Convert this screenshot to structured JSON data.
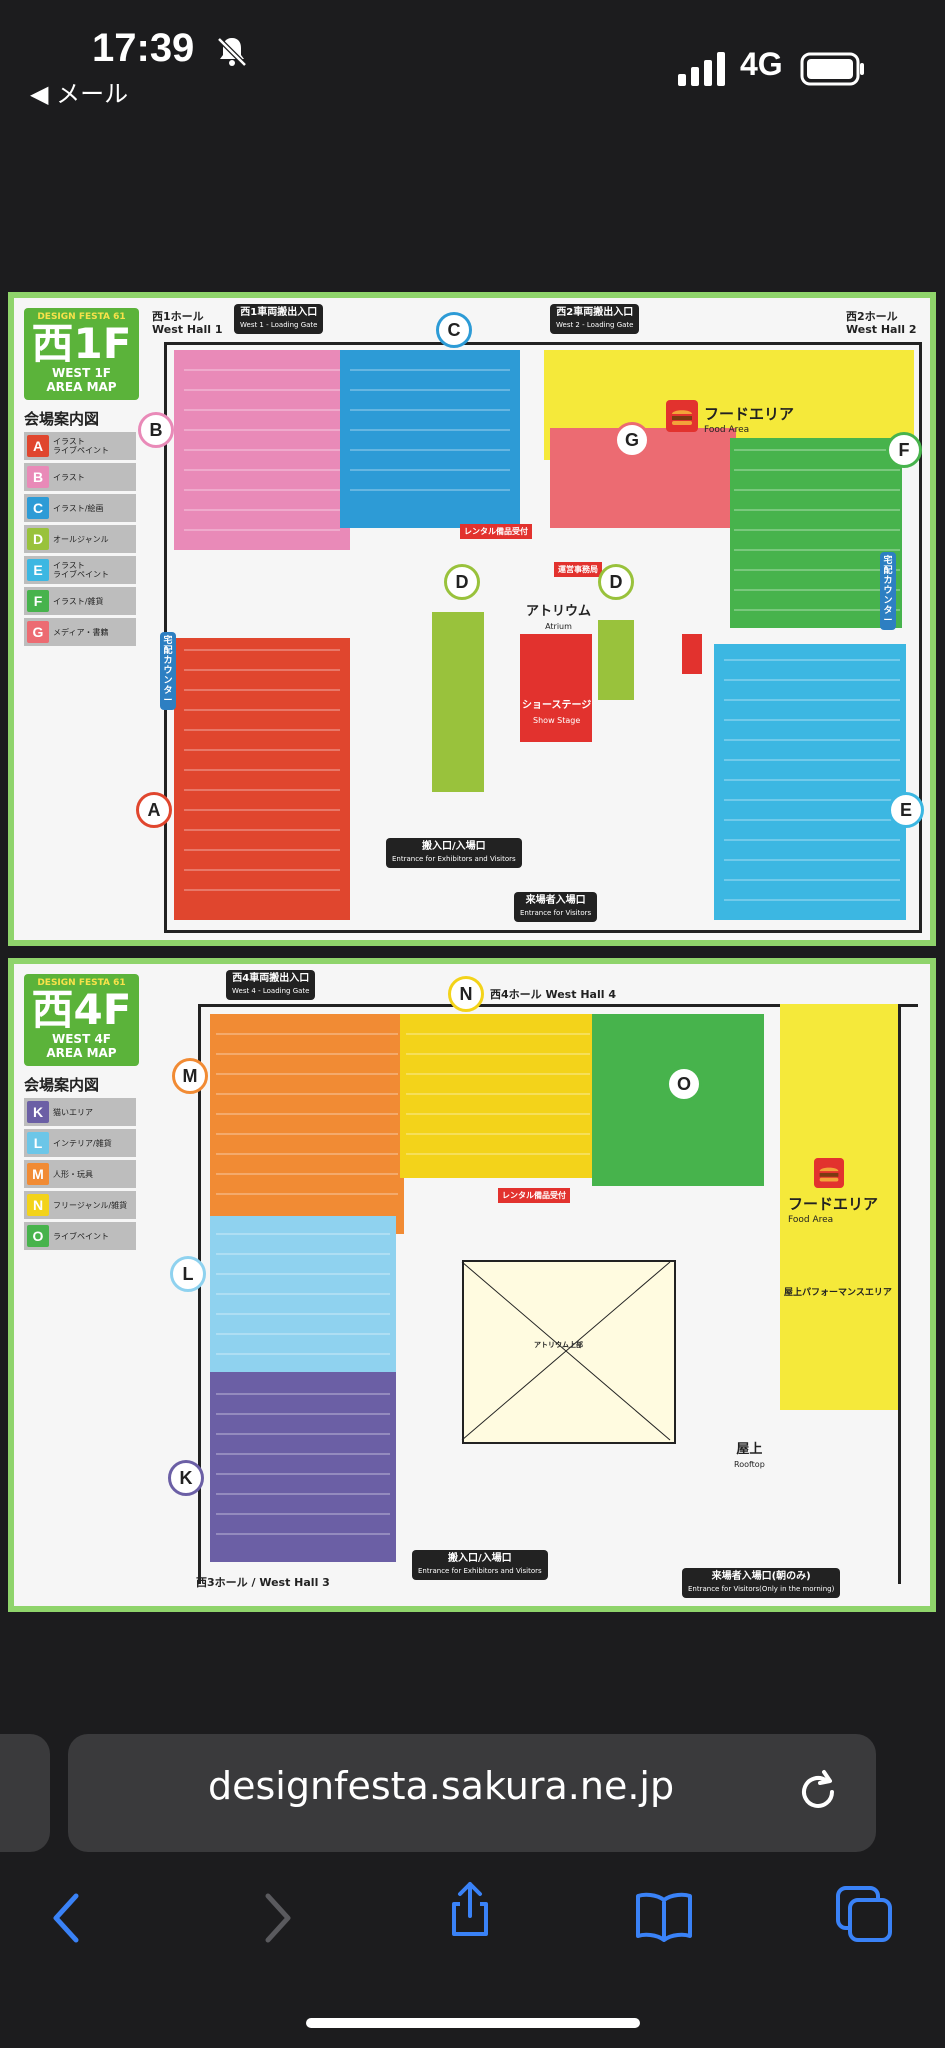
{
  "status_bar": {
    "time": "17:39",
    "back_label": "◀ メール",
    "network": "4G"
  },
  "map1": {
    "brand": "DESIGN FESTA 61",
    "floor": "西1F",
    "floor_en_1": "WEST 1F",
    "floor_en_2": "AREA MAP",
    "guide_title": "会場案内図",
    "legend": [
      {
        "key": "A",
        "text": "イラスト\nライブペイント",
        "color": "#e0462e"
      },
      {
        "key": "B",
        "text": "イラスト",
        "color": "#e98ab8"
      },
      {
        "key": "C",
        "text": "イラスト/絵画",
        "color": "#2d9bd6"
      },
      {
        "key": "D",
        "text": "オールジャンル",
        "color": "#99c23c"
      },
      {
        "key": "E",
        "text": "イラスト\nライブペイント",
        "color": "#3cb7e2"
      },
      {
        "key": "F",
        "text": "イラスト/雑貨",
        "color": "#47b34c"
      },
      {
        "key": "G",
        "text": "メディア・書籍",
        "color": "#ec6b72"
      }
    ],
    "hall_west1": "西1ホール\nWest Hall 1",
    "hall_west2": "西2ホール\nWest Hall 2",
    "gate1": "西1車両搬出入口",
    "gate1_en": "West 1 - Loading Gate",
    "gate2": "西2車両搬出入口",
    "gate2_en": "West 2 - Loading Gate",
    "food_area": "フードエリア",
    "food_area_en": "Food Area",
    "atrium": "アトリウム",
    "atrium_en": "Atrium",
    "show_stage": "ショーステージ",
    "show_stage_en": "Show Stage",
    "rental": "レンタル備品受付",
    "office": "運営事務局",
    "entrance": "搬入口/入場口",
    "entrance_en": "Entrance for Exhibitors and Visitors",
    "visitor_entrance": "来場者入場口",
    "visitor_entrance_en": "Entrance for Visitors",
    "markers": [
      "A",
      "B",
      "C",
      "D",
      "D",
      "E",
      "F",
      "G"
    ],
    "delivery": "宅配カウンター"
  },
  "map2": {
    "brand": "DESIGN FESTA 61",
    "floor": "西4F",
    "floor_en_1": "WEST 4F",
    "floor_en_2": "AREA MAP",
    "guide_title": "会場案内図",
    "legend": [
      {
        "key": "K",
        "text": "猫いエリア",
        "color": "#6b5fa5"
      },
      {
        "key": "L",
        "text": "インテリア/雑貨",
        "color": "#6cc6e8"
      },
      {
        "key": "M",
        "text": "人形・玩具",
        "color": "#f18b34"
      },
      {
        "key": "N",
        "text": "フリージャンル/雑貨",
        "color": "#f3d31a"
      },
      {
        "key": "O",
        "text": "ライブペイント",
        "color": "#47b34c"
      }
    ],
    "hall_west4": "西4ホール West Hall 4",
    "hall_west3": "西3ホール / West Hall 3",
    "gate4": "西4車両搬出入口",
    "gate4_en": "West 4 - Loading Gate",
    "food_area": "フードエリア",
    "food_area_en": "Food Area",
    "outdoor": "屋上パフォーマンスエリア",
    "rooftop": "屋上",
    "rooftop_en": "Rooftop",
    "rental": "レンタル備品受付",
    "entrance": "搬入口/入場口",
    "entrance_en": "Entrance for Exhibitors and Visitors",
    "visitor_entrance": "来場者入場口(朝のみ)",
    "visitor_entrance_en": "Entrance for Visitors(Only in the morning)",
    "atrium_upper": "アトリウム上部",
    "markers": [
      "K",
      "L",
      "M",
      "N",
      "O"
    ]
  },
  "url_bar": {
    "url": "designfesta.sakura.ne.jp"
  }
}
